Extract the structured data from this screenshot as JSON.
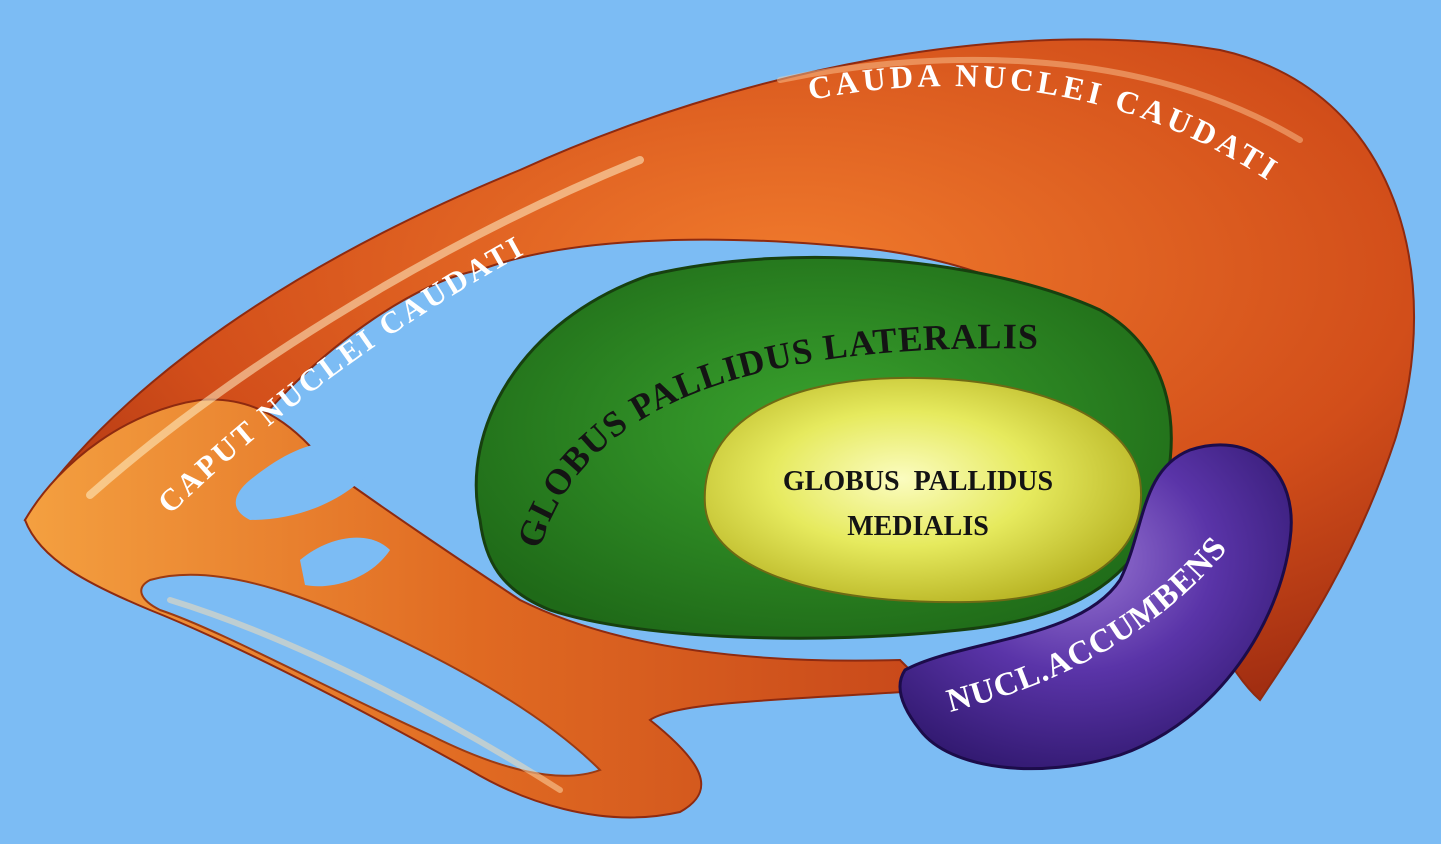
{
  "background_color": "#7cbcf4",
  "structures": {
    "caudate": {
      "color": "#d8501c",
      "label_tail": "CAUDA NUCLEI CAUDATI",
      "label_head": "CAPUT NUCLEI CAUDATI"
    },
    "globus_pallidus_lateralis": {
      "color": "#2f8a24",
      "label": "GLOBUS PALLIDUS LATERALIS"
    },
    "globus_pallidus_medialis": {
      "color": "#e4e85a",
      "label_line1": "GLOBUS  PALLIDUS",
      "label_line2": "MEDIALIS"
    },
    "nucleus_accumbens": {
      "color": "#4a2a9c",
      "label": "NUCL.ACCUMBENS"
    }
  }
}
